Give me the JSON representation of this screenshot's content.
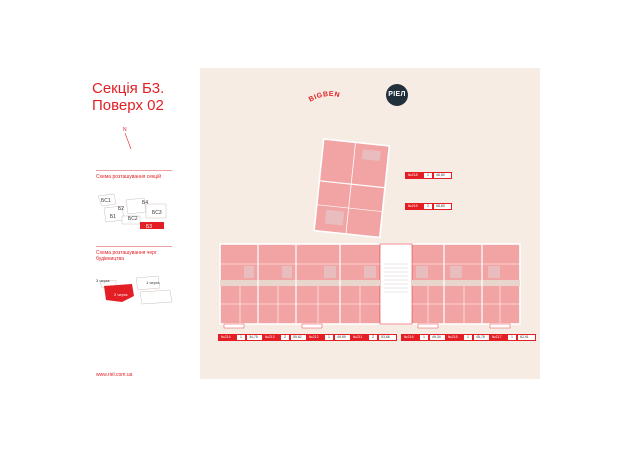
{
  "header": {
    "title_line1": "Секція Б3.",
    "title_line2": "Поверх 02"
  },
  "compass": {
    "label": "N"
  },
  "section_scheme": {
    "caption": "Схема розташування секцій",
    "labels": [
      "БС1",
      "Б2",
      "Б1",
      "Б4",
      "БС2",
      "БС3",
      "Б3"
    ]
  },
  "building_scheme": {
    "caption": "Схема розташування черг будівництва",
    "labels": [
      "3 черга",
      "2 черга",
      "1 черга"
    ]
  },
  "logos": {
    "bigben": "BIGBEN",
    "riel": "РІЕЛ",
    "riel_icon": "riel-logo-icon"
  },
  "footer": {
    "url": "www.riel.com.ua"
  },
  "colors": {
    "accent": "#e31e24",
    "apartment_fill": "#f2a3a3",
    "plan_bg": "#f6ece4",
    "stair_fill": "#ffffff"
  },
  "apartments": [
    {
      "no": "№218",
      "rooms": "1",
      "area": "46,50"
    },
    {
      "no": "№219",
      "rooms": "2",
      "area": "58,83"
    },
    {
      "no": "№214",
      "rooms": "1",
      "area": "34,75"
    },
    {
      "no": "№213",
      "rooms": "2",
      "area": "55,62"
    },
    {
      "no": "№212",
      "rooms": "1",
      "area": "49,59"
    },
    {
      "no": "№211",
      "rooms": "2",
      "area": "53,66"
    },
    {
      "no": "№216",
      "rooms": "1",
      "area": "49,34"
    },
    {
      "no": "№215",
      "rooms": "1",
      "area": "45,78"
    },
    {
      "no": "№217",
      "rooms": "1",
      "area": "62,91"
    }
  ]
}
